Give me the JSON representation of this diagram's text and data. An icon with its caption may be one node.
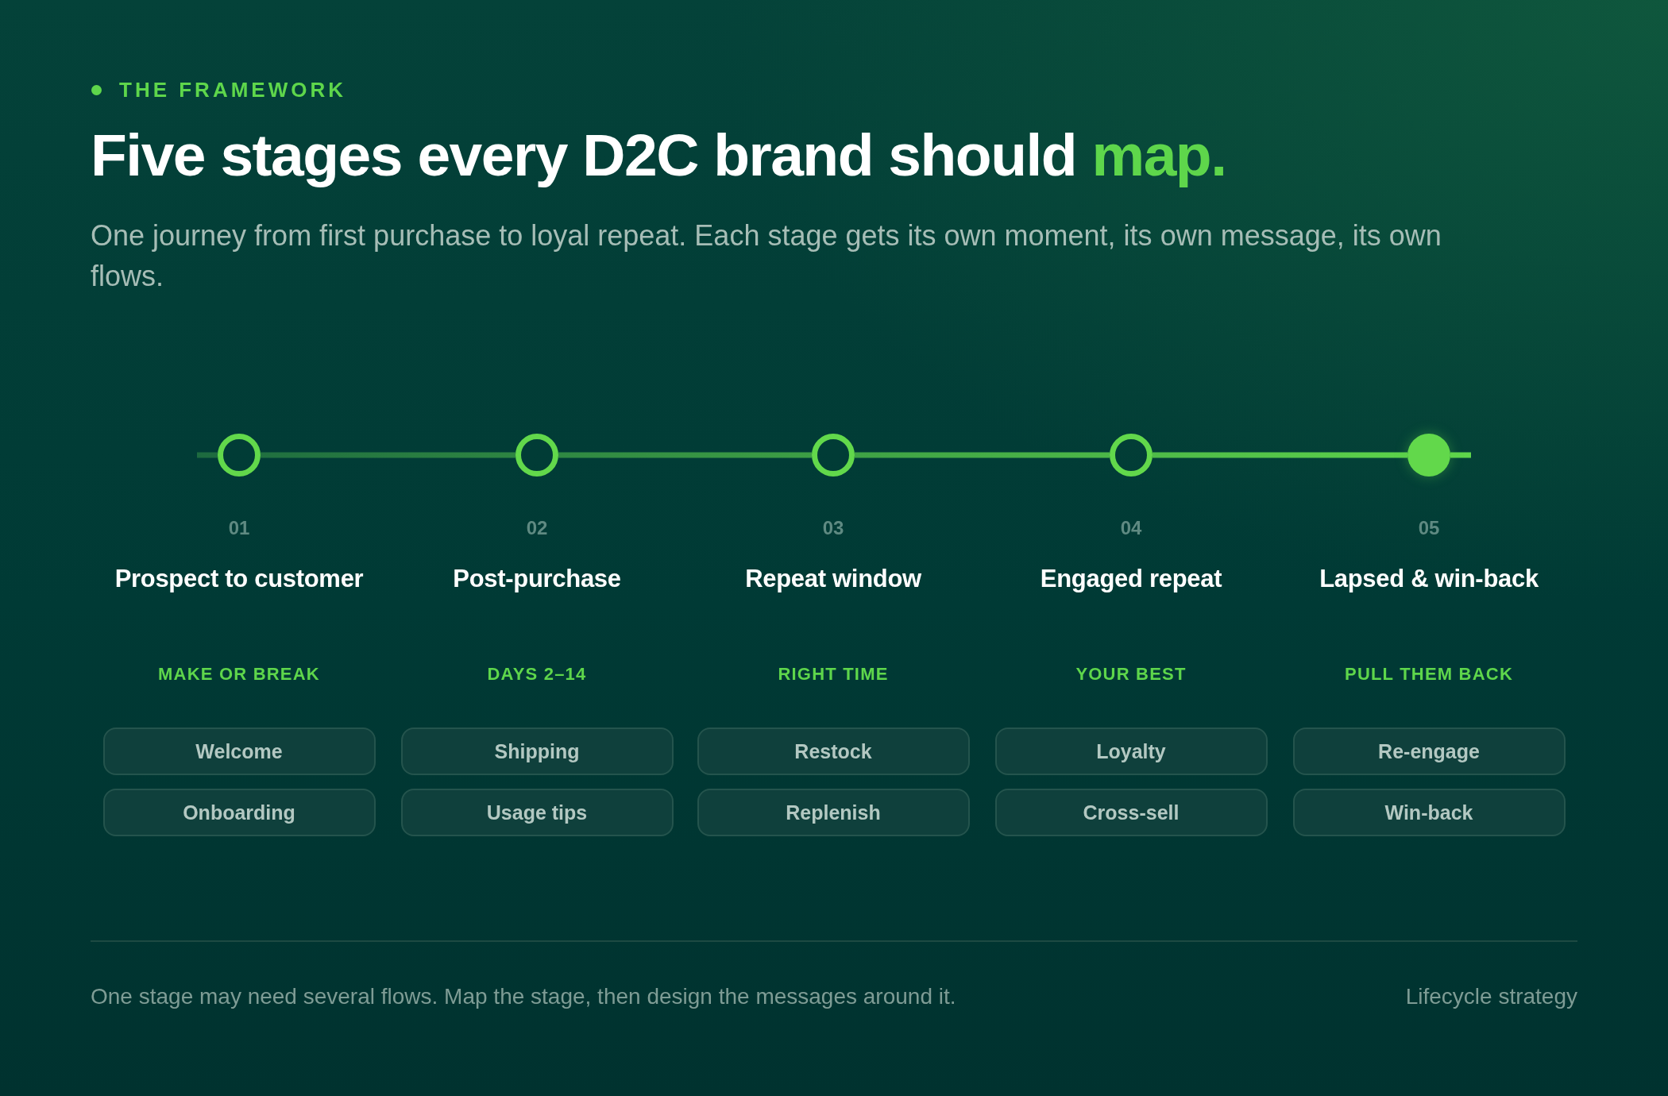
{
  "diagram": {
    "title": "Five stages every D2C brand should map.",
    "caption": "One stage may need several flows. Map the stage, then design the messages around it.",
    "nodes": [
      {
        "text": [],
        "shape": "circle",
        "beside": [
          "01",
          "Prospect to customer"
        ]
      },
      {
        "text": [],
        "shape": "circle",
        "beside": [
          "02",
          "Post-purchase"
        ]
      },
      {
        "text": [],
        "shape": "circle",
        "beside": [
          "03",
          "Repeat window"
        ]
      },
      {
        "text": [],
        "shape": "circle",
        "beside": [
          "04",
          "Engaged repeat"
        ]
      },
      {
        "text": [],
        "shape": "circle",
        "beside": [
          "05",
          "Lapsed & win-back"
        ]
      },
      {
        "text": [
          "Welcome"
        ]
      },
      {
        "text": [
          "Shipping"
        ]
      },
      {
        "text": [
          "Restock"
        ]
      },
      {
        "text": [
          "Loyalty"
        ]
      },
      {
        "text": [
          "Re-engage"
        ]
      },
      {
        "text": [
          "Onboarding"
        ]
      },
      {
        "text": [
          "Usage tips"
        ]
      },
      {
        "text": [
          "Replenish"
        ]
      },
      {
        "text": [
          "Cross-sell"
        ]
      },
      {
        "text": [
          "Win-back"
        ]
      }
    ],
    "edges": [
      {
        "from": null,
        "to": 0,
        "arrow": "none"
      },
      {
        "from": 0,
        "to": 1,
        "arrow": "none"
      },
      {
        "from": 1,
        "to": 2,
        "arrow": "none"
      },
      {
        "from": 2,
        "to": 3,
        "arrow": "none"
      },
      {
        "from": 3,
        "to": 4,
        "arrow": "none"
      },
      {
        "from": 4,
        "to": null,
        "arrow": "none"
      }
    ],
    "labels": [
      "THE FRAMEWORK",
      "One journey from first purchase to loyal repeat. Each stage gets its own moment, its own message, its own flows.",
      "MAKE OR BREAK",
      "DAYS 2–14",
      "RIGHT TIME",
      "YOUR BEST",
      "PULL THEM BACK",
      "Lifecycle strategy"
    ]
  }
}
